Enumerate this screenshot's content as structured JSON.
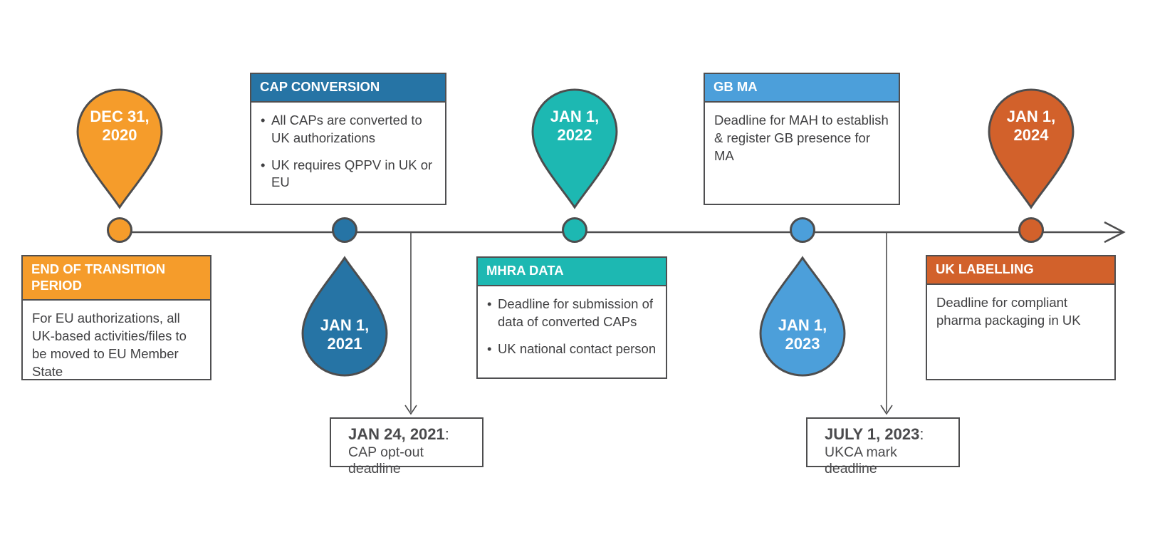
{
  "colors": {
    "orange": "#f59c2b",
    "dark_blue": "#2674a5",
    "teal": "#1db8b2",
    "light_blue": "#4c9fda",
    "burnt_orange": "#d2612b",
    "line_gray": "#4d4d4e",
    "body_text": "#404042"
  },
  "pins": {
    "dec_2020": {
      "line1": "DEC 31,",
      "line2": "2020"
    },
    "jan_2022": {
      "line1": "JAN 1,",
      "line2": "2022"
    },
    "jan_2024": {
      "line1": "JAN 1,",
      "line2": "2024"
    }
  },
  "drops": {
    "jan_2021": {
      "line1": "JAN 1,",
      "line2": "2021"
    },
    "jan_2023": {
      "line1": "JAN 1,",
      "line2": "2023"
    }
  },
  "boxes": {
    "cap_conversion": {
      "title": "CAP CONVERSION",
      "bullets": [
        "All CAPs are converted to UK authorizations",
        "UK requires QPPV in UK or EU"
      ]
    },
    "gb_ma": {
      "title": "GB MA",
      "text": "Deadline for MAH to establish & register GB presence for MA"
    },
    "end_of_transition": {
      "title": "END OF TRANSITION PERIOD",
      "text": "For EU authorizations, all UK-based activities/files to be moved to EU Member State"
    },
    "mhra_data": {
      "title": "MHRA DATA",
      "bullets": [
        "Deadline for submission of data of converted CAPs",
        "UK national contact person"
      ]
    },
    "uk_labelling": {
      "title": "UK LABELLING",
      "text": "Deadline for compliant pharma packaging in UK"
    }
  },
  "annotations": {
    "jan24_2021": {
      "date": "JAN 24, 2021",
      "separator": ":",
      "text": "CAP opt-out deadline"
    },
    "july1_2023": {
      "date": "JULY 1, 2023",
      "separator": ":",
      "text": "UKCA mark deadline"
    }
  }
}
